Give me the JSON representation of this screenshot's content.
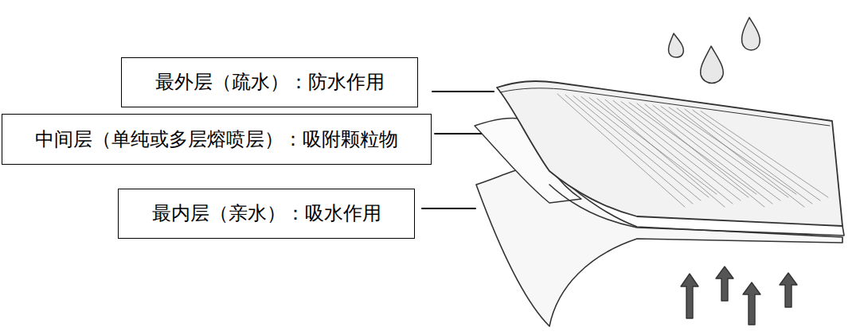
{
  "diagram": {
    "nodes": [
      {
        "text": [
          "最外层（疏水）：防水作用"
        ]
      },
      {
        "text": [
          "中间层（单纯或多层熔喷层）：吸附颗粒物"
        ]
      },
      {
        "text": [
          "最内层（亲水）：吸水作用"
        ]
      }
    ]
  }
}
